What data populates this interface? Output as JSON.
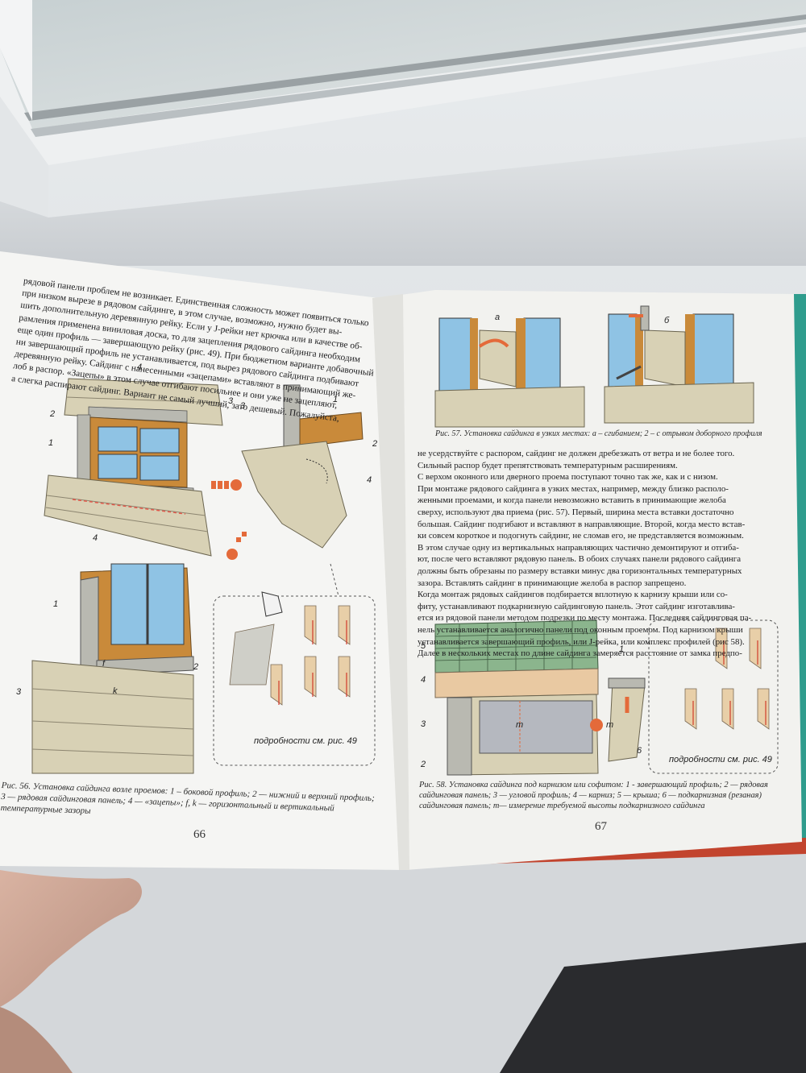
{
  "left_page": {
    "paragraph_lines": [
      "рядовой панели проблем не возникает. Единственная сложность может появиться только",
      "при низком вырезе в рядовом сайдинге, в этом случае, возможно, нужно будет вы-",
      "шить дополнительную деревянную рейку. Если у J-рейки нет крючка или в качестве об-",
      "рамления применена виниловая доска, то для зацепления рядового сайдинга необходим",
      "еще один профиль — завершающую рейку (рис. 49). При бюджетном варианте добавочный",
      "ни завершающий профиль не устанавливается, под вырез рядового сайдинга подбивают",
      "деревянную рейку. Сайдинг с нанесенными «зацепами» вставляют в принимающий же-",
      "лоб в распор. «Зацепы» в этом случае отгибают посильнее и они уже не зацепляют,",
      "а слегка распирают сайдинг. Вариант не самый лучший, зато дешевый. Пожалуйста,"
    ],
    "figure_labels": {
      "n1": "1",
      "n2": "2",
      "n3": "3",
      "n4": "4",
      "f": "f",
      "k": "k"
    },
    "details_note": "подробности см. рис. 49",
    "caption": "Рис. 56. Установка сайдинга возле проемов: 1 – боковой профиль; 2 — нижний и верхний профиль; 3 — рядовая сайдинговая панель; 4 — «зацепы»; f, k — горизонтальный и вертикальный температурные зазоры",
    "page_number": "66"
  },
  "right_page": {
    "fig57_labels": {
      "a": "а",
      "b": "б"
    },
    "fig57_caption": "Рис. 57. Установка сайдинга в узких местах: а – сгибанием; 2 – с отрывом доборного профиля",
    "paragraph_lines": [
      "не усердствуйте с распором, сайдинг не должен дребезжать от ветра и не более того.",
      "Сильный распор будет препятствовать температурным расширениям.",
      "С верхом оконного или дверного проема поступают точно так же, как и с низом.",
      "При монтаже рядового сайдинга в узких местах, например, между близко располо-",
      "женными проемами, и когда панели невозможно вставить в принимающие желоба",
      "сверху, используют два приема (рис. 57). Первый, ширина места вставки достаточно",
      "большая. Сайдинг подгибают и вставляют в направляющие. Второй, когда место встав-",
      "ки совсем короткое и подогнуть сайдинг, не сломав его, не представляется возможным.",
      "В этом случае одну из вертикальных направляющих частично демонтируют и отгиба-",
      "ют, после чего вставляют рядовую панель. В обоих случаях панели рядового сайдинга",
      "должны быть обрезаны по размеру вставки минус два горизонтальных температурных",
      "зазора. Вставлять сайдинг в принимающие желоба в распор запрещено.",
      "Когда монтаж рядовых сайдингов подбирается вплотную к карнизу крыши или со-",
      "фиту, устанавливают подкарнизную сайдинговую панель. Этот сайдинг изготавлива-",
      "ется из рядовой панели методом подрезки по месту монтажа. Последняя сайдинговая па-",
      "нель устанавливается аналогично панели под оконным проемом. Под карнизом крыши",
      "устанавливается завершающий профиль, или J-рейка, или комплекс профилей (рис 58).",
      "Далее в нескольких местах по длине сайдинга замеряется расстояние от замка предпо-"
    ],
    "fig58_labels": {
      "n1": "1",
      "n2": "2",
      "n3": "3",
      "n4": "4",
      "n5": "5",
      "n6": "6",
      "m": "m"
    },
    "details_note": "подробности см. рис. 49",
    "fig58_caption": "Рис. 58. Установка сайдинга под карнизом или софитом: 1 - завершающий профиль; 2 — рядовая сайдинговая панель; 3 — угловой профиль; 4 — карниз; 5 — крыша; 6 — подкарнизная (резаная) сайдинговая панель; m— измерение требуемой высоты подкарнизного сайдинга",
    "page_number": "67"
  },
  "colors": {
    "paper": "#f4f4f2",
    "siding": "#d8d1b5",
    "wood_frame": "#c98a3a",
    "glass": "#8fc3e4",
    "arrow_orange": "#e46a3a",
    "roof_green": "#8bb58d",
    "metal_profile": "#b9b9b1"
  }
}
